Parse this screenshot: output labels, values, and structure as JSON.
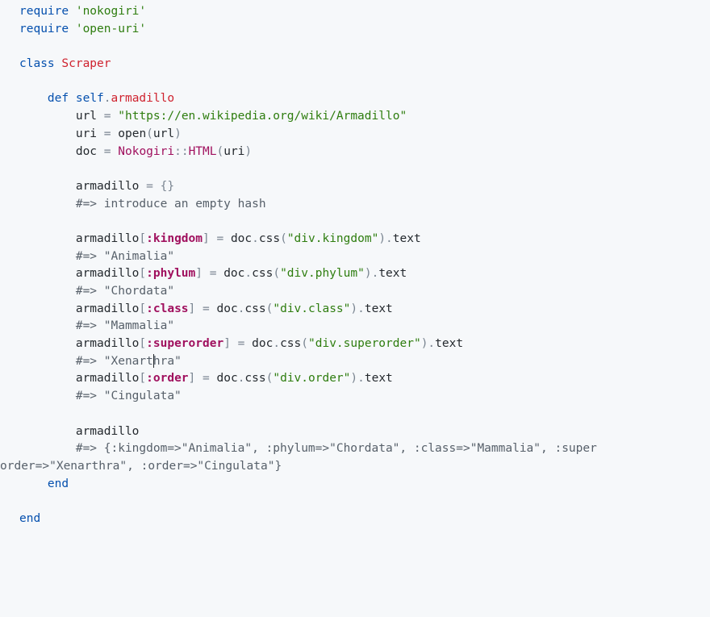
{
  "code": {
    "req1_kw": "require",
    "req1_str": "'nokogiri'",
    "req2_kw": "require",
    "req2_str": "'open-uri'",
    "class_kw": "class",
    "class_name": "Scraper",
    "def_kw": "def",
    "def_self": "self",
    "def_dot": ".",
    "def_name": "armadillo",
    "url_var": "url",
    "url_eq": "=",
    "url_str": "\"https://en.wikipedia.org/wiki/Armadillo\"",
    "uri_var": "uri",
    "uri_eq": "=",
    "uri_call": "open",
    "uri_lp": "(",
    "uri_arg": "url",
    "uri_rp": ")",
    "doc_var": "doc",
    "doc_eq": "=",
    "doc_const": "Nokogiri",
    "doc_sep": "::",
    "doc_html": "HTML",
    "doc_lp": "(",
    "doc_arg": "uri",
    "doc_rp": ")",
    "hash_var": "armadillo",
    "hash_eq": "=",
    "hash_val": "{}",
    "hash_cmt": "#=> introduce an empty hash",
    "assignments": [
      {
        "var": "armadillo",
        "lb": "[",
        "sym": ":kingdom",
        "rb": "]",
        "eq": "=",
        "obj": "doc",
        "dot1": ".",
        "meth": "css",
        "lp": "(",
        "arg": "\"div.kingdom\"",
        "rp": ")",
        "dot2": ".",
        "tail": "text",
        "comment": "#=> \"Animalia\""
      },
      {
        "var": "armadillo",
        "lb": "[",
        "sym": ":phylum",
        "rb": "]",
        "eq": "=",
        "obj": "doc",
        "dot1": ".",
        "meth": "css",
        "lp": "(",
        "arg": "\"div.phylum\"",
        "rp": ")",
        "dot2": ".",
        "tail": "text",
        "comment": "#=> \"Chordata\""
      },
      {
        "var": "armadillo",
        "lb": "[",
        "sym": ":class",
        "rb": "]",
        "eq": "=",
        "obj": "doc",
        "dot1": ".",
        "meth": "css",
        "lp": "(",
        "arg": "\"div.class\"",
        "rp": ")",
        "dot2": ".",
        "tail": "text",
        "comment": "#=> \"Mammalia\""
      },
      {
        "var": "armadillo",
        "lb": "[",
        "sym": ":superorder",
        "rb": "]",
        "eq": "=",
        "obj": "doc",
        "dot1": ".",
        "meth": "css",
        "lp": "(",
        "arg": "\"div.superorder\"",
        "rp": ")",
        "dot2": ".",
        "tail": "text",
        "comment_a": "#=> \"Xenart",
        "comment_b": "hra\""
      },
      {
        "var": "armadillo",
        "lb": "[",
        "sym": ":order",
        "rb": "]",
        "eq": "=",
        "obj": "doc",
        "dot1": ".",
        "meth": "css",
        "lp": "(",
        "arg": "\"div.order\"",
        "rp": ")",
        "dot2": ".",
        "tail": "text",
        "comment": "#=> \"Cingulata\""
      }
    ],
    "return_var": "armadillo",
    "return_cmt_1": "#=> {:kingdom=>\"Animalia\", :phylum=>\"Chordata\", :class=>\"Mammalia\", :super",
    "return_cmt_2": "order=>\"Xenarthra\", :order=>\"Cingulata\"}",
    "end_def": "end",
    "end_class": "end"
  }
}
